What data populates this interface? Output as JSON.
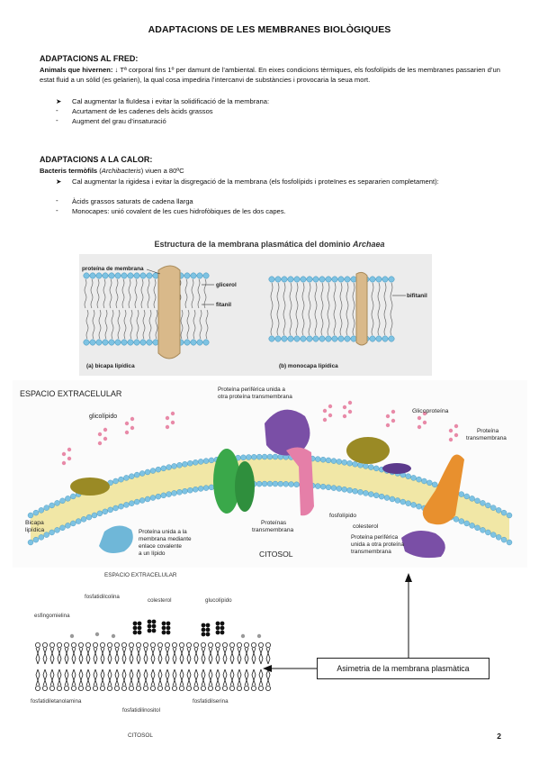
{
  "title": "ADAPTACIONS DE LES MEMBRANES BIOLÒGIQUES",
  "cold": {
    "heading": "ADAPTACIONS AL FRED:",
    "intro_bold": "Animals que hivernen:",
    "intro_rest": " ↓ Tª corporal fins 1º per damunt de l’ambiental. En eixes condicions tèrmiques, els fosfolípids de les membranes passarien d’un estat fluid a un sòlid (es gelarien), la qual cosa impediria l’intercanvi de substàncies i provocaria la seua mort.",
    "arrow_item": "Cal augmentar la fluïdesa i evitar la solidificació de la membrana:",
    "items": [
      "Acurtament de les cadenes dels àcids grassos",
      "Augment del grau d’insaturació"
    ]
  },
  "heat": {
    "heading": "ADAPTACIONS A LA CALOR:",
    "intro_bold": "Bacteris termòfils",
    "intro_italic": "Archibacteris",
    "intro_rest": " viuen a 80ºC",
    "arrow_item": "Cal augmentar la rigidesa i evitar la disgregació de la membrana (els fosfolípids i proteïnes es separarien completament):",
    "items": [
      "Àcids grassos saturats de cadena llarga",
      "Monocapes: unió covalent de les cues hidrofòbiques de les dos capes."
    ]
  },
  "figure_archaea": {
    "title": "Estructura de la membrana plasmática del dominio ",
    "title_italic": "Archaea",
    "labels": {
      "protein": "proteína de membrana",
      "glycerol": "glicerol",
      "phytanyl": "fitanil",
      "biphytanyl": "bifitanil",
      "bilayer": "(a) bicapa lipídica",
      "monolayer": "(b) monocapa lipídica"
    }
  },
  "figure_membrane": {
    "labels": {
      "extracellular": "ESPACIO EXTRACELULAR",
      "glycolipid": "glicolípido",
      "peripheral_top": "Proteína periférica unida a\notra proteína transmembrana",
      "glycoprotein": "Glicoproteína",
      "transmembrane_right": "Proteína\ntransmembrana",
      "bilayer": "Bicapa\nlipídica",
      "lipid_anchored": "Proteína unida a la\nmembrana mediante\nenlace covalente\na un lípido",
      "transmembrane_proteins": "Proteínas\ntransmembrana",
      "phospholipid": "fosfolípido",
      "cholesterol": "colesterol",
      "cytosol": "CITOSOL",
      "peripheral_bottom": "Proteína periférica\nunida a otra proteína\ntransmembrana"
    }
  },
  "figure_asymmetry": {
    "labels": {
      "extracellular": "ESPACIO EXTRACELULAR",
      "phosphatidylcholine": "fosfatidilcolina",
      "cholesterol": "colesterol",
      "glycolipid": "glucolípido",
      "sphingomyelin": "esfingomielina",
      "phosphatidylethanolamine": "fosfatidiletanolamina",
      "phosphatidylinositol": "fosfatidilinositol",
      "phosphatidylserine": "fosfatidilserina",
      "cytosol": "CITOSOL"
    },
    "box": "Asimetria de la membrana plasmàtica"
  },
  "page_number": "2",
  "colors": {
    "lipid_head": "#7ec3e3",
    "lipid_head_edge": "#3d8fb8",
    "tail": "#d6c85a",
    "protein_tan": "#d9b98a",
    "purple": "#7a4fa6",
    "green": "#3aa84a",
    "pink": "#e57fa8",
    "orange": "#e8902e",
    "olive": "#9a8a25",
    "blue_protein": "#6fb7d8",
    "sugar": "#e88aa8"
  }
}
